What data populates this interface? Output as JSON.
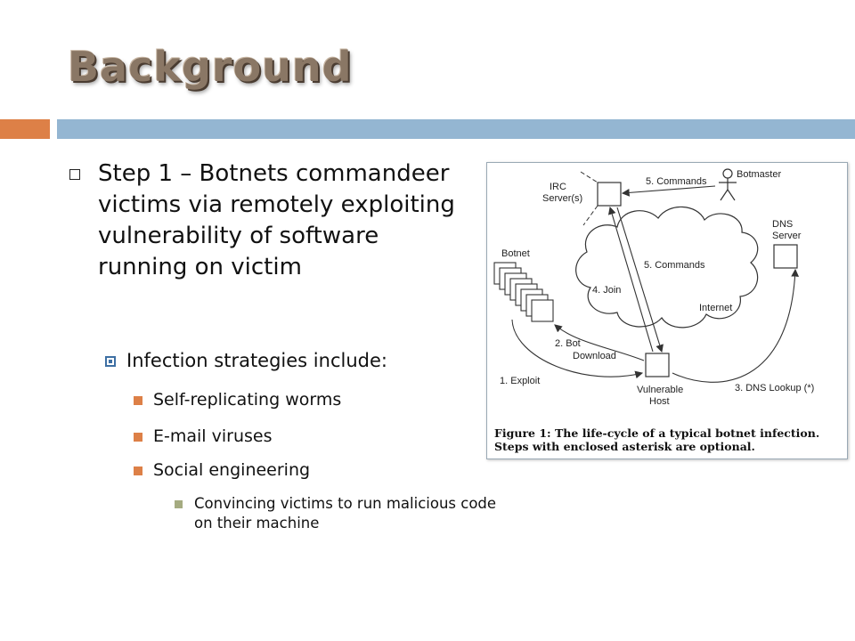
{
  "slide": {
    "title": "Background",
    "bullet1": "Step 1 – Botnets commandeer victims via remotely exploiting vulnerability of software running on victim",
    "bullet2": "Infection strategies include:",
    "bullet3": [
      "Self-replicating worms",
      "E-mail viruses",
      "Social engineering"
    ],
    "bullet4": "Convincing victims to run malicious code on their machine"
  },
  "figure": {
    "labels": {
      "irc_server_line1": "IRC",
      "irc_server_line2": "Server(s)",
      "commands_top": "5. Commands",
      "botmaster": "Botmaster",
      "dns_line1": "DNS",
      "dns_line2": "Server",
      "botnet": "Botnet",
      "commands_mid": "5. Commands",
      "join": "4. Join",
      "internet": "Internet",
      "bot_download_line1": "2. Bot",
      "bot_download_line2": "Download",
      "exploit": "1. Exploit",
      "vulnerable_line1": "Vulnerable",
      "vulnerable_line2": "Host",
      "dns_lookup": "3. DNS Lookup (*)"
    },
    "caption": "Figure 1: The life-cycle of a typical botnet infection. Steps with enclosed asterisk are optional."
  }
}
